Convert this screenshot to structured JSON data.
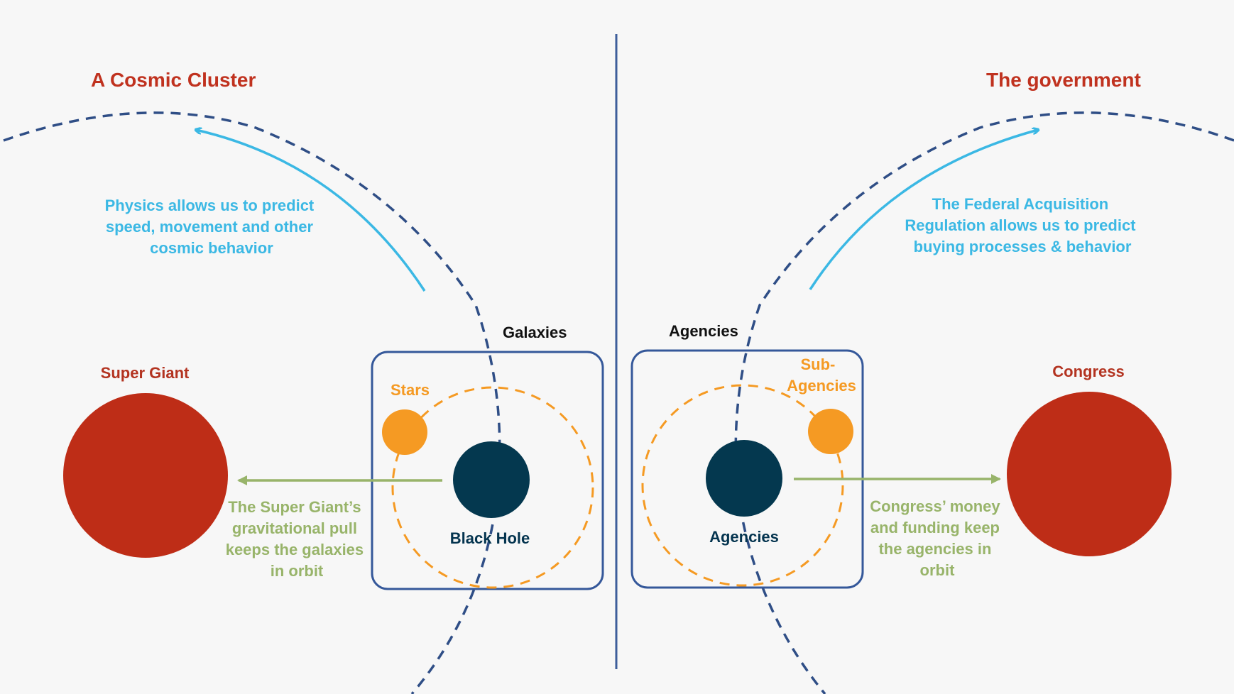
{
  "colors": {
    "background": "#f7f7f7",
    "title_red": "#c0321f",
    "giant_red": "#be2d17",
    "navy_dash": "#2f4e86",
    "box_blue": "#35589a",
    "divider": "#3e5e9b",
    "core_navy": "#04384f",
    "orange": "#f59a23",
    "cyan": "#3bb8e4",
    "green": "#98b46a"
  },
  "left": {
    "title": "A Cosmic Cluster",
    "physics_text": [
      "Physics allows us to predict",
      "speed, movement and other",
      "cosmic behavior"
    ],
    "body_label": "Super Giant",
    "box_label": "Galaxies",
    "satellite_label": "Stars",
    "core_label": "Black Hole",
    "pull_text": [
      "The Super Giant’s",
      "gravitational pull",
      "keeps the galaxies",
      "in orbit"
    ]
  },
  "right": {
    "title": "The government",
    "far_text": [
      "The Federal Acquisition",
      "Regulation allows us to predict",
      "buying processes & behavior"
    ],
    "body_label": "Congress",
    "box_label": "Agencies",
    "satellite_label": [
      "Sub-",
      "Agencies"
    ],
    "core_label": "Agencies",
    "pull_text": [
      "Congress’ money",
      "and funding keep",
      "the agencies in",
      "orbit"
    ]
  }
}
